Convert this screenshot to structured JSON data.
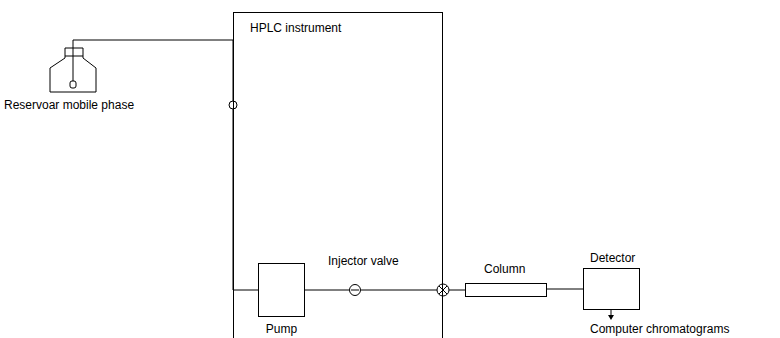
{
  "diagram": {
    "nodes": [
      {
        "text": [
          "Reservoar mobile phase"
        ]
      },
      {
        "text": [
          "HPLC instrument"
        ]
      },
      {
        "text": [
          "Pump"
        ],
        "in": 1
      },
      {
        "text": [
          "Injector valve"
        ],
        "in": 1
      },
      {
        "text": [
          "Column"
        ]
      },
      {
        "text": [
          "Detector"
        ]
      }
    ],
    "edges": [
      {
        "from": 0,
        "to": 2,
        "arrow": "none"
      },
      {
        "from": 2,
        "to": 3,
        "arrow": "none"
      },
      {
        "from": 3,
        "to": 4,
        "arrow": "none"
      },
      {
        "from": 4,
        "to": 5,
        "arrow": "none"
      }
    ],
    "labels": [
      "Computer chromatograms"
    ]
  }
}
